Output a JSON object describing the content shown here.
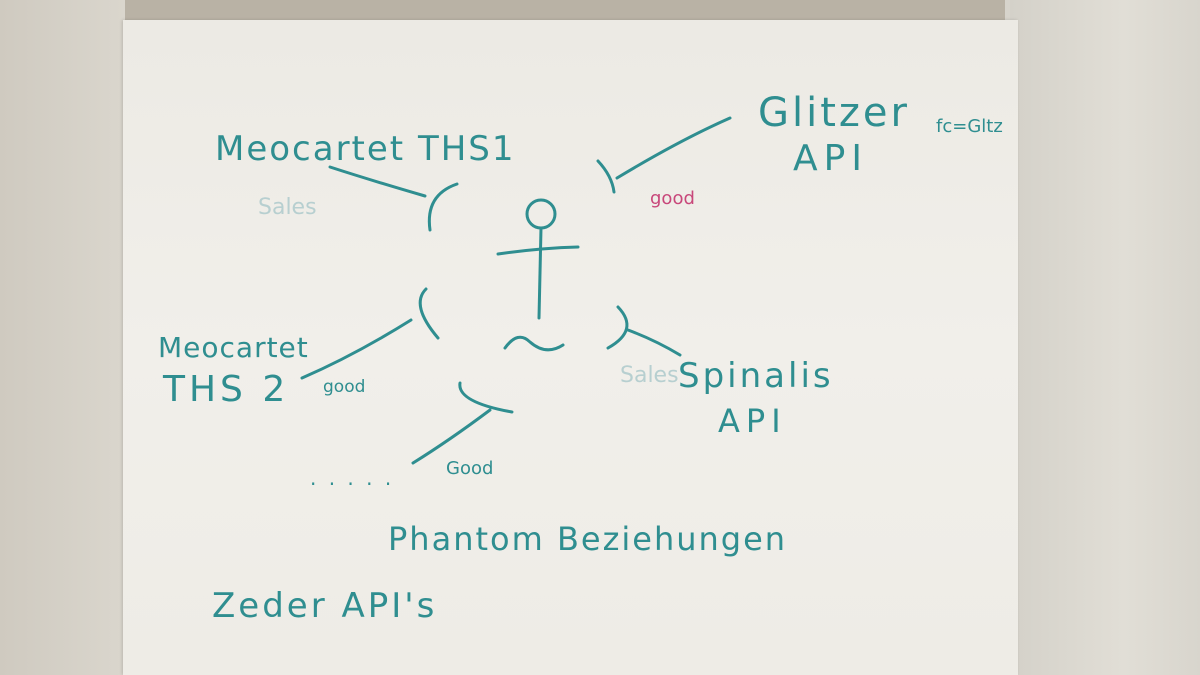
{
  "diagram": {
    "center_figure": "person-stick-figure",
    "nodes": [
      {
        "id": "ths1",
        "label": "Meocartet THS1"
      },
      {
        "id": "glitzer",
        "label_line1": "Glitzer",
        "label_note": "fc=Gltz",
        "label_line2": "API"
      },
      {
        "id": "ths2",
        "label_line1": "Meocartet",
        "label_line2": "THS 2"
      },
      {
        "id": "spinalis",
        "label_line1": "Spinalis",
        "label_line2": "API"
      },
      {
        "id": "phantom",
        "label": "Phantom Beziehungen"
      },
      {
        "id": "zeder",
        "label": "Zeder API's"
      }
    ],
    "edge_labels": {
      "glitzer": "good",
      "ths2": "good",
      "bottom": "Good"
    },
    "faint_labels": {
      "left": "Sales",
      "right": "Sales"
    },
    "ellipsis": ". . . . ."
  }
}
